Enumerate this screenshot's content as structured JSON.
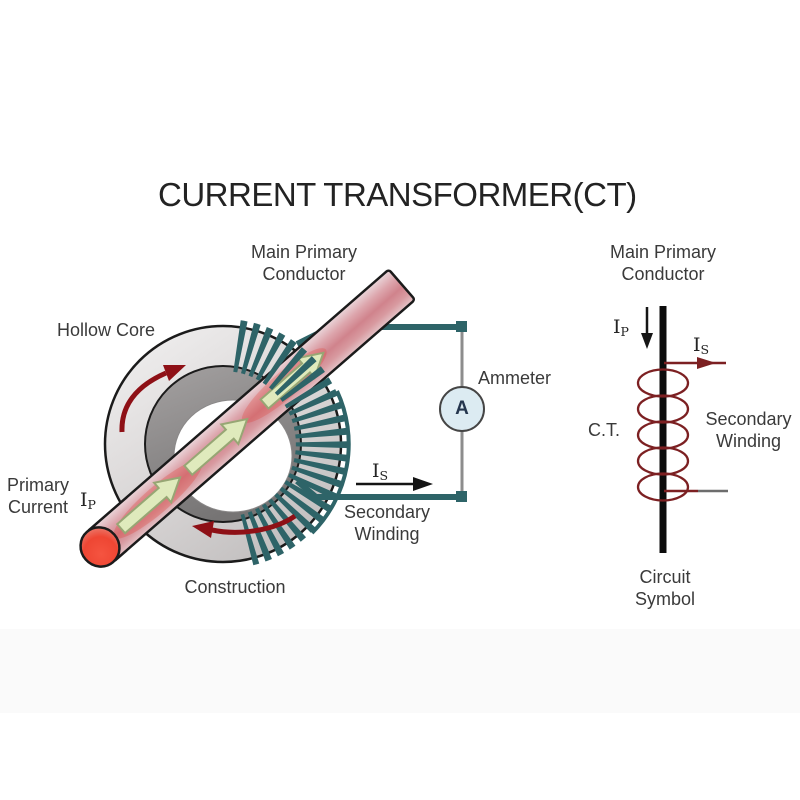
{
  "title": "CURRENT TRANSFORMER(CT)",
  "construction": {
    "caption": "Construction",
    "main_primary_conductor": [
      "Main Primary",
      "Conductor"
    ],
    "hollow_core": "Hollow Core",
    "ammeter_label": "Ammeter",
    "ammeter_symbol": "A",
    "primary_current": [
      "Primary",
      "Current"
    ],
    "secondary_winding": [
      "Secondary",
      "Winding"
    ],
    "primary_current_symbol": {
      "base": "I",
      "sub": "P"
    },
    "secondary_current_symbol": {
      "base": "I",
      "sub": "S"
    }
  },
  "circuit_symbol": {
    "caption": [
      "Circuit",
      "Symbol"
    ],
    "main_primary_conductor": [
      "Main Primary",
      "Conductor"
    ],
    "ct_label": "C.T.",
    "secondary_winding": [
      "Secondary",
      "Winding"
    ],
    "primary_current_symbol": {
      "base": "I",
      "sub": "P"
    },
    "secondary_current_symbol": {
      "base": "I",
      "sub": "S"
    }
  },
  "colors": {
    "winding_teal": "#2e6468",
    "flux_arrow_red": "#8e1016",
    "coil_maroon": "#7c2022",
    "rod_pink": "#d78891",
    "rod_arrow_green": "#dfeabc",
    "core_gray": "#d9d6d6",
    "core_hole_gray": "#8e8c8c",
    "ammeter_fill": "#dcebf2",
    "wire_gray": "#8d8d8d",
    "text": "#3a3a3a"
  }
}
